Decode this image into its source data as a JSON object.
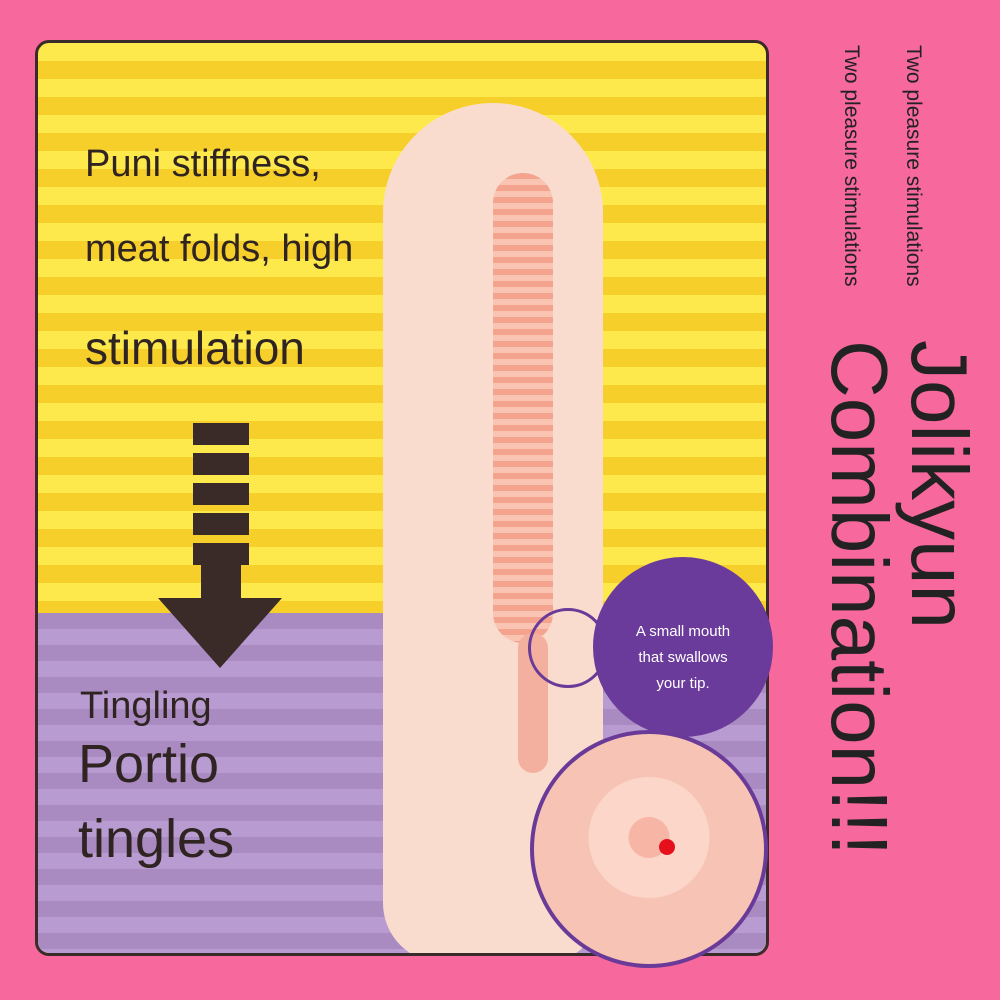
{
  "upper_text": [
    "Puni stiffness,",
    "meat folds, high",
    "stimulation"
  ],
  "lower_text": {
    "line1": "Tingling",
    "line2": "Portio",
    "line3": "tingles"
  },
  "bubble": [
    "A small mouth",
    "that swallows",
    "your tip."
  ],
  "side": {
    "sub1": "Two pleasure stimulations",
    "sub2": "Two pleasure stimulations",
    "title1": "Jolikyun",
    "title2": "Combination!!!"
  },
  "colors": {
    "background": "#f7689c",
    "accent": "#6b3b9b"
  }
}
